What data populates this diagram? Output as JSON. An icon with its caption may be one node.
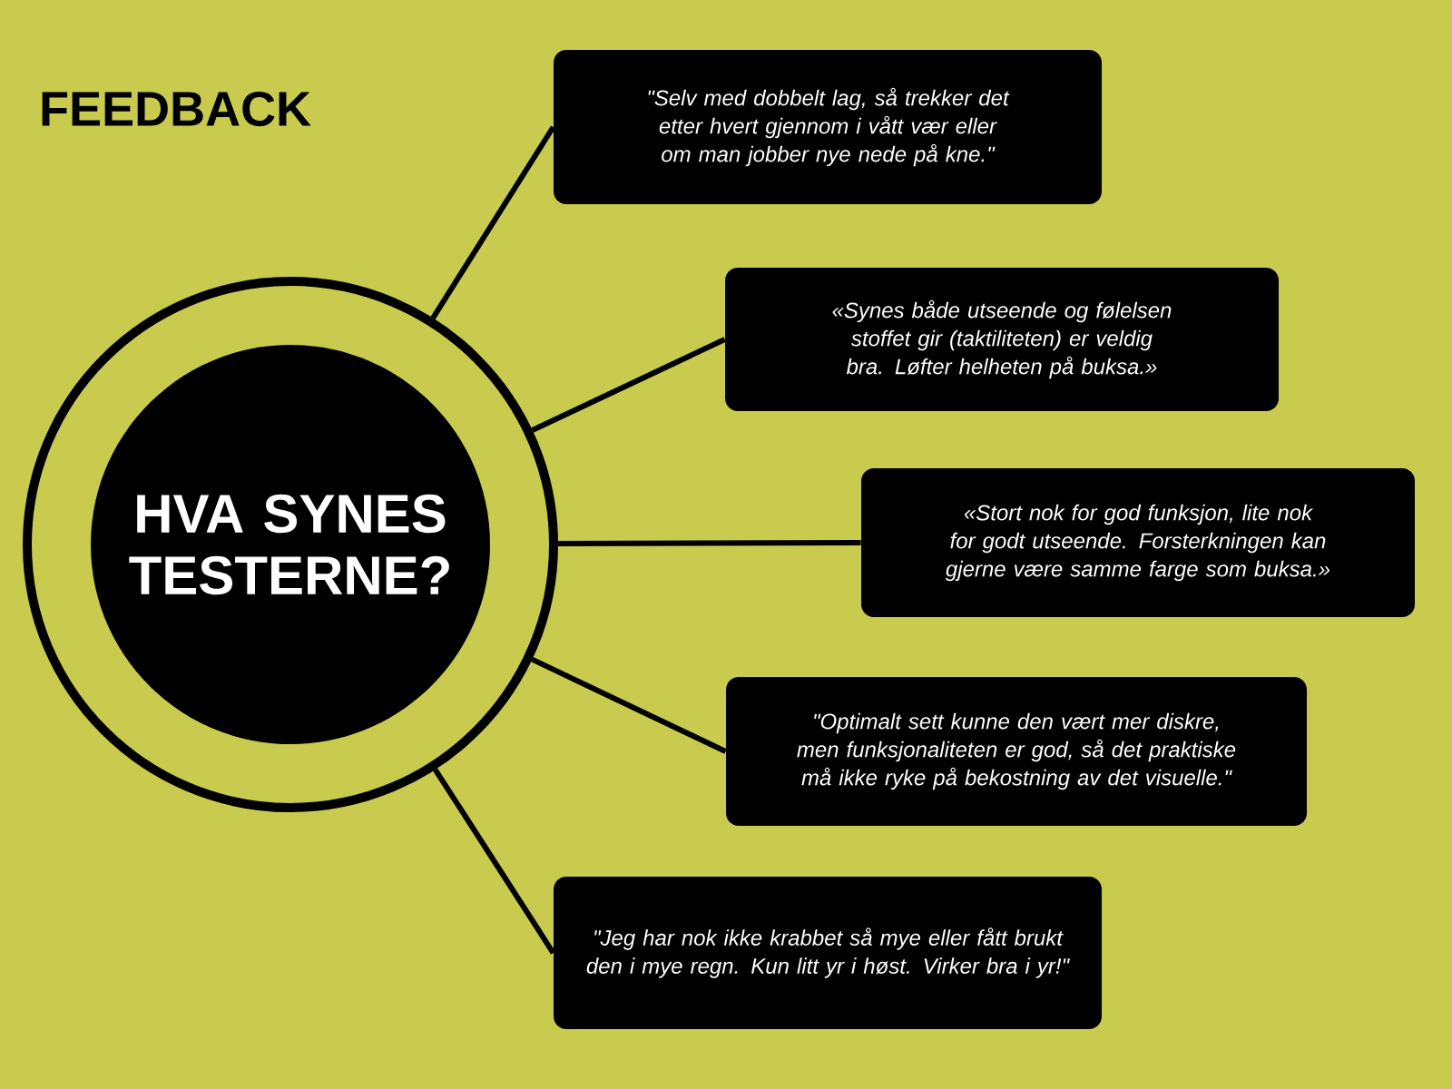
{
  "diagram": {
    "title": "FEEDBACK",
    "nodes": [
      {
        "text": [
          "HVA SYNES TESTERNE?"
        ]
      },
      {
        "text": [
          "\"Selv med dobbelt lag, så trekker det etter hvert gjennom i vått vær eller om man jobber nye nede på kne.\""
        ]
      },
      {
        "text": [
          "«Synes både utseende og følelsen stoffet gir (taktiliteten) er veldig bra. Løfter helheten på buksa.»"
        ]
      },
      {
        "text": [
          "«Stort nok for god funksjon, lite nok for godt utseende. Forsterkningen kan gjerne være samme farge som buksa.»"
        ]
      },
      {
        "text": [
          "\"Optimalt sett kunne den vært mer diskre, men funksjonaliteten er god, så det praktiske må ikke ryke på bekostning av det visuelle.\""
        ]
      },
      {
        "text": [
          "\"Jeg har nok ikke krabbet så mye eller fått brukt den i mye regn. Kun litt yr i høst. Virker bra i yr!\""
        ]
      }
    ],
    "edges": [
      {
        "from": 0,
        "to": 1,
        "arrow": "none"
      },
      {
        "from": 0,
        "to": 2,
        "arrow": "none"
      },
      {
        "from": 0,
        "to": 3,
        "arrow": "none"
      },
      {
        "from": 0,
        "to": 4,
        "arrow": "none"
      },
      {
        "from": 0,
        "to": 5,
        "arrow": "none"
      }
    ]
  }
}
